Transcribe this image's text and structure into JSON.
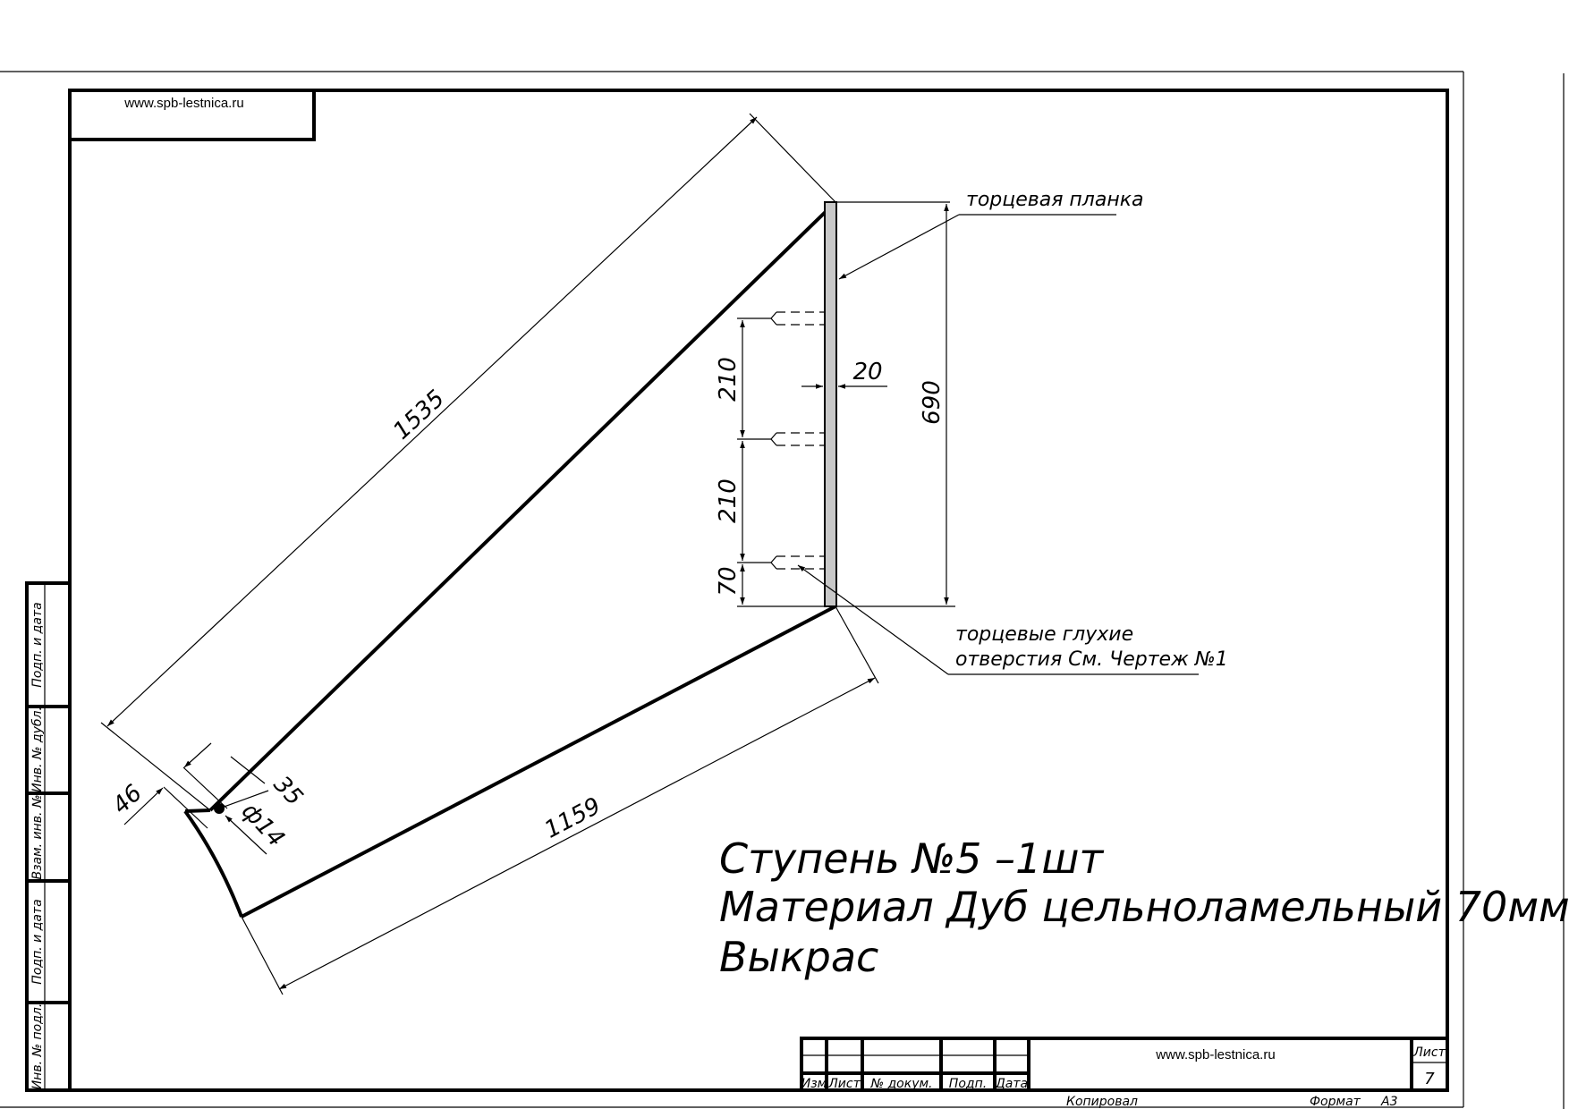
{
  "site": {
    "top_url": "www.spb-lestnica.ru",
    "titleblock_url": "www.spb-lestnica.ru"
  },
  "dimensions": {
    "long_edge": "1535",
    "short_edge": "1159",
    "height": "690",
    "spacing_1": "210",
    "spacing_2": "210",
    "bottom_offset": "70",
    "plank_thickness": "20",
    "hole_offset": "46",
    "hole_distance": "35",
    "hole_diameter": "ф14"
  },
  "notes": {
    "end_plank": "торцевая планка",
    "holes_line1": "торцевые глухие",
    "holes_line2": "отверстия См. Чертеж №1"
  },
  "title_text": {
    "line1": "Ступень №5 –1шт",
    "line2": "Материал Дуб цельноламельный 70мм",
    "line3": "Выкрас"
  },
  "side_stamp": [
    "Подп. и дата",
    "Инв. № дубл.",
    "Взам. инв. №",
    "Подп. и дата",
    "Инв. № подл."
  ],
  "title_block": {
    "col_izm": "Изм",
    "col_list": "Лист",
    "col_doc": "№ докум.",
    "col_podp": "Подп.",
    "col_data": "Дата",
    "sheet_label": "Лист",
    "sheet_number": "7",
    "copied": "Копировал",
    "format_label": "Формат",
    "format_value": "А3"
  }
}
